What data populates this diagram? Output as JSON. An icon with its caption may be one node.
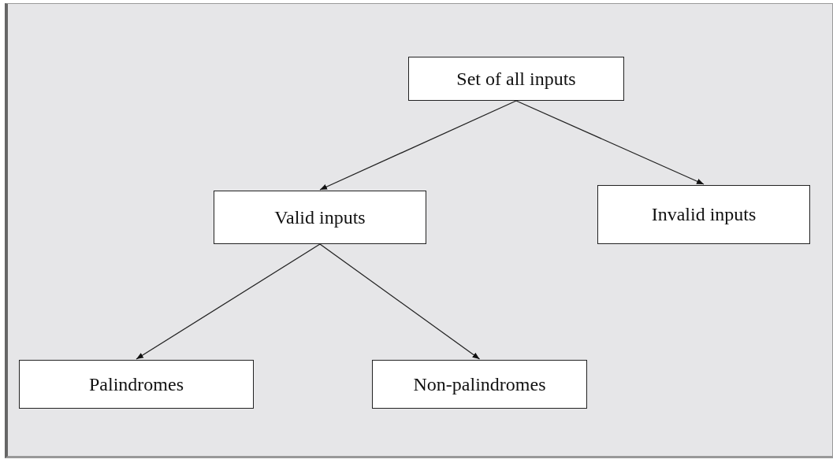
{
  "diagram": {
    "nodes": [
      {
        "text": [
          "Set of all inputs"
        ]
      },
      {
        "text": [
          "Valid inputs"
        ]
      },
      {
        "text": [
          "Invalid inputs"
        ]
      },
      {
        "text": [
          "Palindromes"
        ]
      },
      {
        "text": [
          "Non-palindromes"
        ]
      }
    ],
    "edges": [
      {
        "from": 0,
        "to": 1,
        "arrow": "to"
      },
      {
        "from": 0,
        "to": 2,
        "arrow": "to"
      },
      {
        "from": 1,
        "to": 3,
        "arrow": "to"
      },
      {
        "from": 1,
        "to": 4,
        "arrow": "to"
      }
    ]
  }
}
